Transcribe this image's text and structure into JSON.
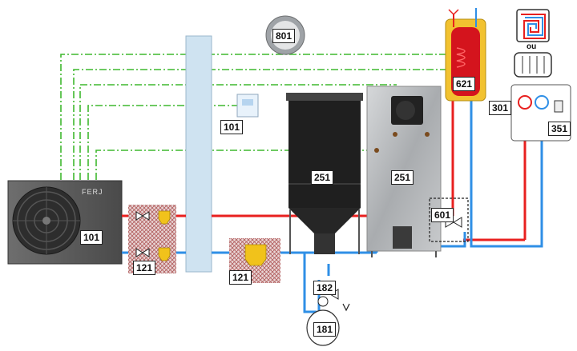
{
  "brand": "FERJ",
  "labels": {
    "heat_pump": "101",
    "controller": "101",
    "filter_group_left": "121",
    "filter_group_center": "121",
    "silo": "251",
    "boiler": "251",
    "thermostat_round": "801",
    "dhw_tank": "621",
    "mixing_valve": "601",
    "room_circuit": "301",
    "room_thermostat": "351",
    "safety_group": "182",
    "expansion_vessel": "181"
  },
  "emitter_separator": "ou",
  "colors": {
    "supply": "#e8201f",
    "return": "#2f8fe6",
    "control": "#3fb82e",
    "buffer_tank": "#cfe3f1",
    "silo": "#1f1f1f",
    "boiler": "#b9bcbf",
    "dhw_tank": "#f2c230",
    "filter_fill": "#c89a9a"
  }
}
